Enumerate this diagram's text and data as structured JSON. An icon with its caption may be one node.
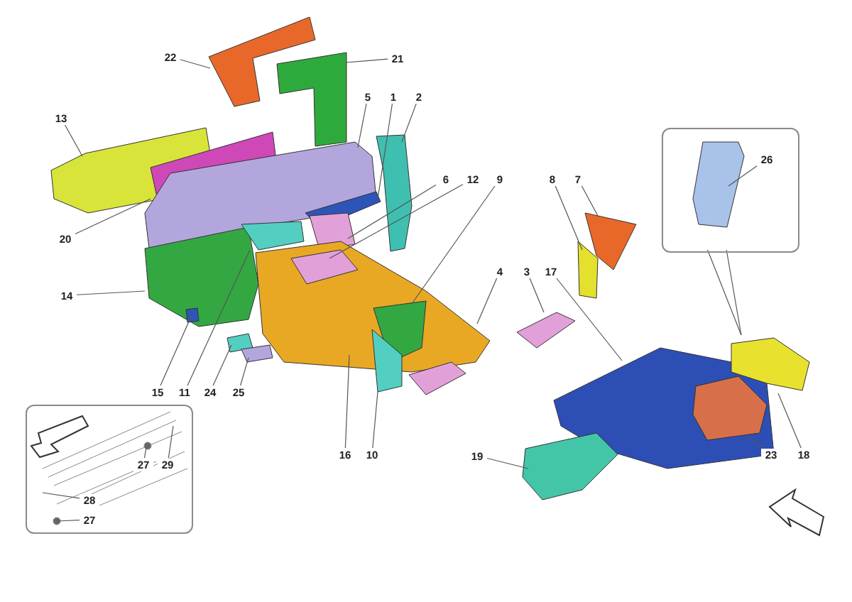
{
  "diagram": {
    "nodes": [
      {
        "text": [
          "22"
        ]
      },
      {
        "text": [
          "21"
        ]
      },
      {
        "text": [
          "13"
        ]
      },
      {
        "text": [
          "5"
        ]
      },
      {
        "text": [
          "1"
        ]
      },
      {
        "text": [
          "2"
        ]
      },
      {
        "text": [
          "6"
        ]
      },
      {
        "text": [
          "12"
        ]
      },
      {
        "text": [
          "9"
        ]
      },
      {
        "text": [
          "8"
        ]
      },
      {
        "text": [
          "7"
        ]
      },
      {
        "text": [],
        "shape": "box"
      },
      {
        "text": [
          "26"
        ],
        "in": 11
      },
      {
        "text": [
          "20"
        ]
      },
      {
        "text": [
          "14"
        ]
      },
      {
        "text": [
          "4"
        ]
      },
      {
        "text": [
          "3"
        ]
      },
      {
        "text": [
          "17"
        ]
      },
      {
        "text": [
          "15"
        ]
      },
      {
        "text": [
          "11"
        ]
      },
      {
        "text": [
          "24"
        ]
      },
      {
        "text": [
          "25"
        ]
      },
      {
        "text": [
          "16"
        ]
      },
      {
        "text": [
          "10"
        ]
      },
      {
        "text": [
          "19"
        ]
      },
      {
        "text": [
          "23"
        ]
      },
      {
        "text": [
          "18"
        ]
      },
      {
        "text": [],
        "shape": "box"
      },
      {
        "text": [
          "27"
        ],
        "in": 27
      },
      {
        "text": [
          "29"
        ],
        "in": 27
      },
      {
        "text": [
          "28"
        ],
        "in": 27
      },
      {
        "text": [
          "27"
        ],
        "in": 27
      }
    ],
    "edges": [
      {
        "from": 0,
        "to": null,
        "arrow": "none"
      },
      {
        "from": 1,
        "to": null,
        "arrow": "none"
      },
      {
        "from": 2,
        "to": null,
        "arrow": "none"
      },
      {
        "from": 3,
        "to": null,
        "arrow": "none"
      },
      {
        "from": 4,
        "to": null,
        "arrow": "none"
      },
      {
        "from": 5,
        "to": null,
        "arrow": "none"
      },
      {
        "from": 6,
        "to": null,
        "arrow": "none"
      },
      {
        "from": 7,
        "to": null,
        "arrow": "none"
      },
      {
        "from": 8,
        "to": null,
        "arrow": "none"
      },
      {
        "from": 9,
        "to": null,
        "arrow": "none"
      },
      {
        "from": 10,
        "to": null,
        "arrow": "none"
      },
      {
        "from": 11,
        "to": null,
        "arrow": "none"
      },
      {
        "from": 11,
        "to": null,
        "arrow": "none"
      },
      {
        "from": 12,
        "to": null,
        "arrow": "none"
      },
      {
        "from": 13,
        "to": null,
        "arrow": "none"
      },
      {
        "from": 14,
        "to": null,
        "arrow": "none"
      },
      {
        "from": 15,
        "to": null,
        "arrow": "none"
      },
      {
        "from": 16,
        "to": null,
        "arrow": "none"
      },
      {
        "from": 17,
        "to": null,
        "arrow": "none"
      },
      {
        "from": 18,
        "to": null,
        "arrow": "none"
      },
      {
        "from": 19,
        "to": null,
        "arrow": "none"
      },
      {
        "from": 20,
        "to": null,
        "arrow": "none"
      },
      {
        "from": 21,
        "to": null,
        "arrow": "none"
      },
      {
        "from": 22,
        "to": null,
        "arrow": "none"
      },
      {
        "from": 23,
        "to": null,
        "arrow": "none"
      },
      {
        "from": 24,
        "to": null,
        "arrow": "none"
      },
      {
        "from": 25,
        "to": null,
        "arrow": "none"
      },
      {
        "from": 26,
        "to": null,
        "arrow": "none"
      },
      {
        "from": 28,
        "to": null,
        "arrow": "none"
      },
      {
        "from": 29,
        "to": null,
        "arrow": "none"
      },
      {
        "from": 30,
        "to": null,
        "arrow": "none"
      },
      {
        "from": 31,
        "to": null,
        "arrow": "none"
      }
    ]
  }
}
